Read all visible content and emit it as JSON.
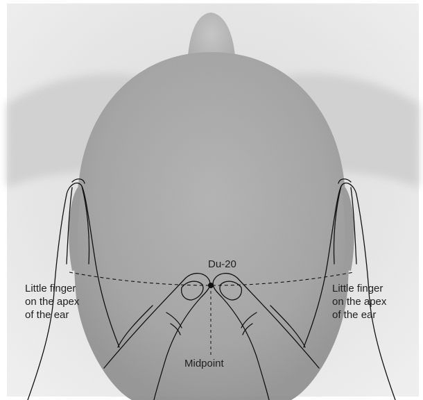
{
  "figure": {
    "labels": {
      "point": "Du-20",
      "midpoint": "Midpoint",
      "left_finger": [
        "Little finger",
        "on the apex",
        "of the ear"
      ],
      "right_finger": [
        "Little finger",
        "on the apex",
        "of the ear"
      ]
    },
    "colors": {
      "background": "#ffffff",
      "photo_bg_light": "#e9e9e9",
      "scalp": "#a7a7a7",
      "line_art": "#111111",
      "text": "#1f1f1f"
    }
  }
}
